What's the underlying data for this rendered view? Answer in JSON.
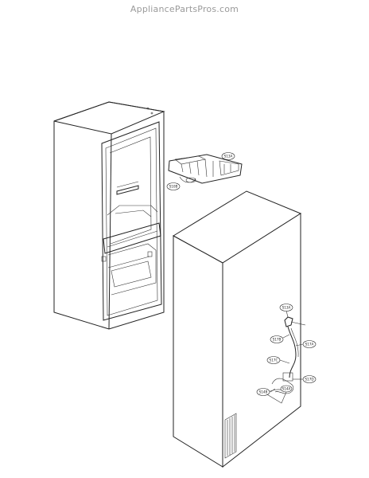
{
  "watermark": "AppliancePartsPros.com",
  "callouts": [
    {
      "id": "c1",
      "label": "S13A"
    },
    {
      "id": "c2",
      "label": "S10B"
    },
    {
      "id": "c3",
      "label": "S13A"
    },
    {
      "id": "c4",
      "label": "S17B"
    },
    {
      "id": "c5",
      "label": "S17A"
    },
    {
      "id": "c6",
      "label": "S17C"
    },
    {
      "id": "c7",
      "label": "S17D"
    },
    {
      "id": "c8",
      "label": "S14B"
    },
    {
      "id": "c9",
      "label": "S14A"
    }
  ]
}
